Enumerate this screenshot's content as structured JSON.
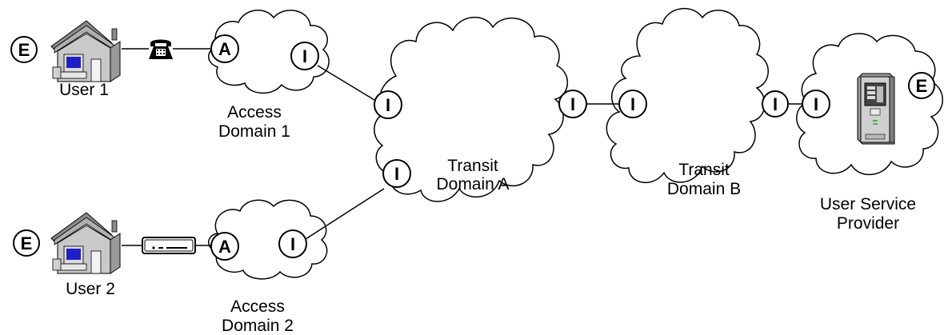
{
  "nodes": {
    "user1_endpoint": "E",
    "user1_access": "A",
    "access1_interconnect": "I",
    "transitA_from_access1": "I",
    "transitA_from_access2": "I",
    "transitA_to_B": "I",
    "transitB_from_A": "I",
    "transitB_to_provider": "I",
    "provider_interconnect": "I",
    "provider_endpoint": "E",
    "user2_endpoint": "E",
    "user2_access": "A",
    "access2_interconnect": "I"
  },
  "labels": {
    "user1": "User 1",
    "user2": "User 2",
    "access_domain_1": [
      "Access",
      "Domain 1"
    ],
    "access_domain_2": [
      "Access",
      "Domain 2"
    ],
    "transit_domain_a": [
      "Transit",
      "Domain  A"
    ],
    "transit_domain_b": [
      "Transit",
      "Domain B"
    ],
    "user_service_provider": [
      "User Service",
      "Provider"
    ]
  },
  "icons": {
    "user1_device": "telephone-icon",
    "user2_device": "modem-icon",
    "houses": "house-computer-icon",
    "provider": "server-icon"
  }
}
